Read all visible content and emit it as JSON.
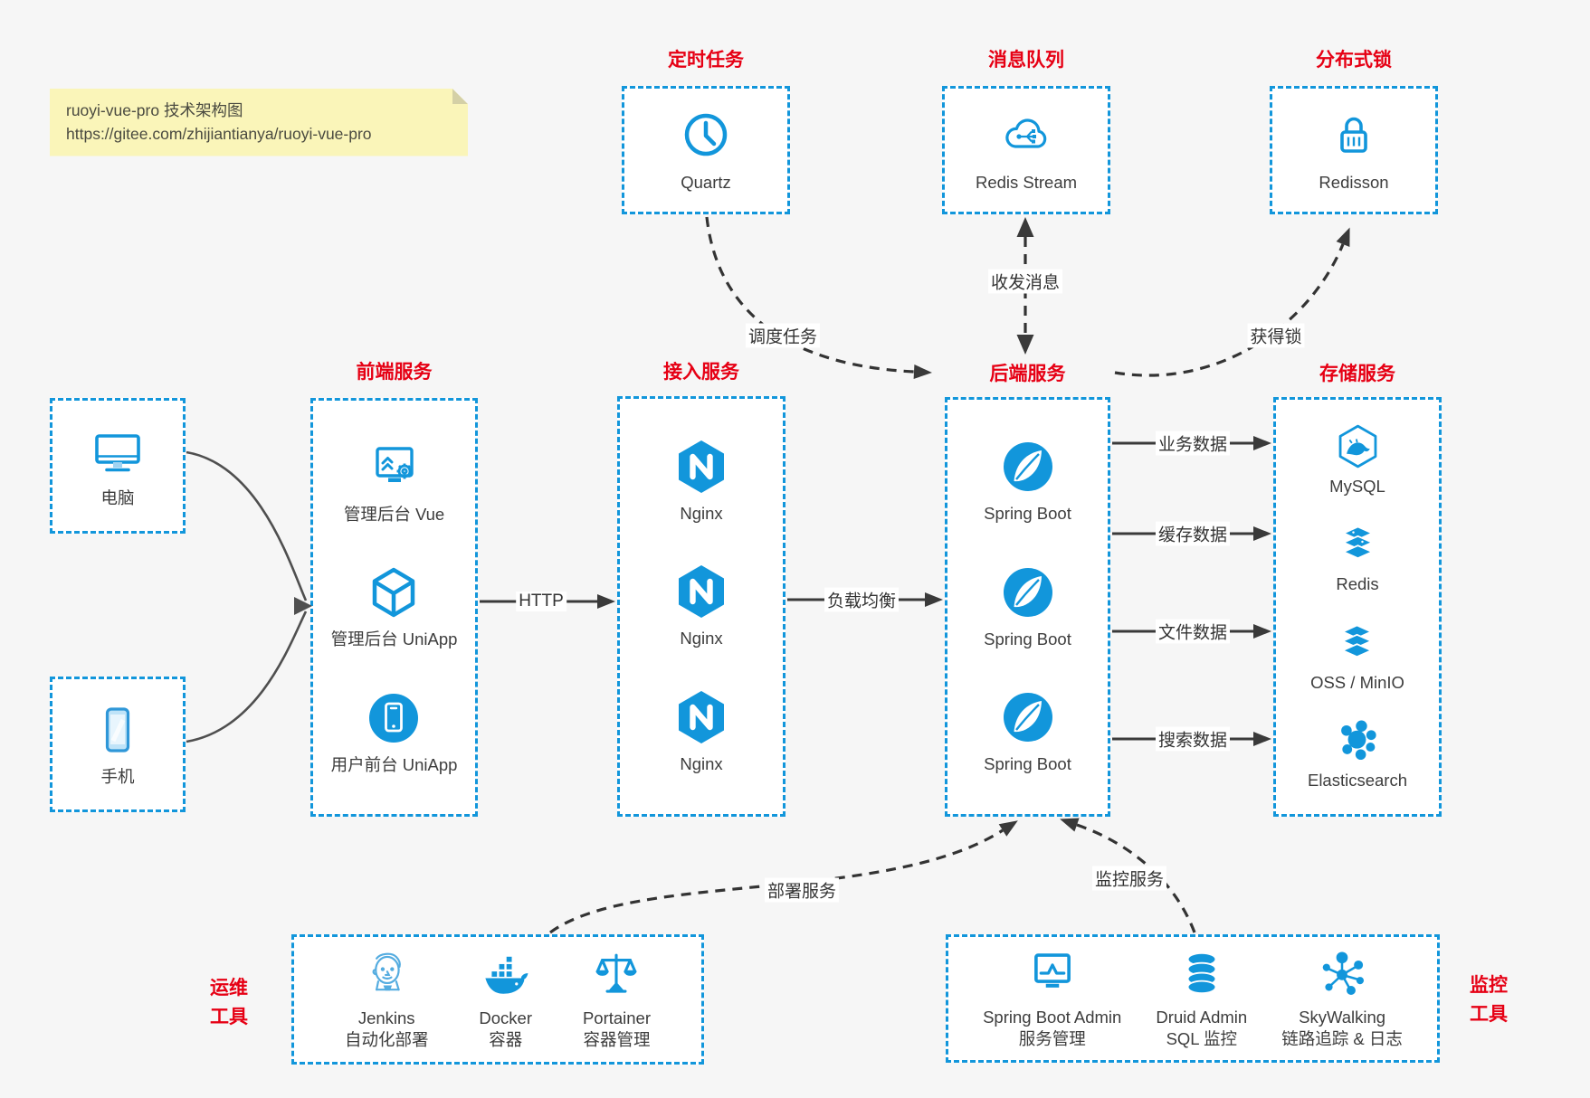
{
  "note": {
    "line1": "ruoyi-vue-pro 技术架构图",
    "line2": "https://gitee.com/zhijiantianya/ruoyi-vue-pro"
  },
  "colors": {
    "accent_blue": "#1296db",
    "title_red": "#e60014",
    "note_bg": "#faf5b9",
    "arrow_dark": "#3a3a3a"
  },
  "groups": {
    "scheduled_task": {
      "title": "定时任务",
      "items": [
        {
          "icon": "clock-icon",
          "label": "Quartz"
        }
      ]
    },
    "message_queue": {
      "title": "消息队列",
      "items": [
        {
          "icon": "cloud-share-icon",
          "label": "Redis Stream"
        }
      ]
    },
    "distributed_lock": {
      "title": "分布式锁",
      "items": [
        {
          "icon": "lock-icon",
          "label": "Redisson"
        }
      ]
    },
    "client_pc": {
      "items": [
        {
          "icon": "desktop-icon",
          "label": "电脑"
        }
      ]
    },
    "client_mobile": {
      "items": [
        {
          "icon": "smartphone-icon",
          "label": "手机"
        }
      ]
    },
    "frontend": {
      "title": "前端服务",
      "items": [
        {
          "icon": "admin-vue-icon",
          "label": "管理后台 Vue"
        },
        {
          "icon": "uniapp-cube-icon",
          "label": "管理后台 UniApp"
        },
        {
          "icon": "user-app-icon",
          "label": "用户前台 UniApp"
        }
      ]
    },
    "access": {
      "title": "接入服务",
      "items": [
        {
          "icon": "nginx-icon",
          "label": "Nginx"
        },
        {
          "icon": "nginx-icon",
          "label": "Nginx"
        },
        {
          "icon": "nginx-icon",
          "label": "Nginx"
        }
      ]
    },
    "backend": {
      "title": "后端服务",
      "items": [
        {
          "icon": "spring-icon",
          "label": "Spring Boot"
        },
        {
          "icon": "spring-icon",
          "label": "Spring Boot"
        },
        {
          "icon": "spring-icon",
          "label": "Spring Boot"
        }
      ]
    },
    "storage": {
      "title": "存储服务",
      "items": [
        {
          "icon": "mysql-icon",
          "label": "MySQL"
        },
        {
          "icon": "redis-icon",
          "label": "Redis"
        },
        {
          "icon": "oss-icon",
          "label": "OSS / MinIO"
        },
        {
          "icon": "elasticsearch-icon",
          "label": "Elasticsearch"
        }
      ]
    },
    "ops": {
      "title_line1": "运维",
      "title_line2": "工具",
      "items": [
        {
          "icon": "jenkins-icon",
          "label": "Jenkins",
          "sublabel": "自动化部署"
        },
        {
          "icon": "docker-icon",
          "label": "Docker",
          "sublabel": "容器"
        },
        {
          "icon": "portainer-icon",
          "label": "Portainer",
          "sublabel": "容器管理"
        }
      ]
    },
    "monitoring": {
      "title_line1": "监控",
      "title_line2": "工具",
      "items": [
        {
          "icon": "sba-icon",
          "label": "Spring Boot Admin",
          "sublabel": "服务管理"
        },
        {
          "icon": "druid-icon",
          "label": "Druid Admin",
          "sublabel": "SQL 监控"
        },
        {
          "icon": "skywalking-icon",
          "label": "SkyWalking",
          "sublabel": "链路追踪 & 日志"
        }
      ]
    }
  },
  "arrow_labels": {
    "http": "HTTP",
    "load_balance": "负载均衡",
    "business_data": "业务数据",
    "cache_data": "缓存数据",
    "file_data": "文件数据",
    "search_data": "搜索数据",
    "schedule_task": "调度任务",
    "send_receive_message": "收发消息",
    "acquire_lock": "获得锁",
    "deploy_service": "部署服务",
    "monitor_service": "监控服务"
  }
}
